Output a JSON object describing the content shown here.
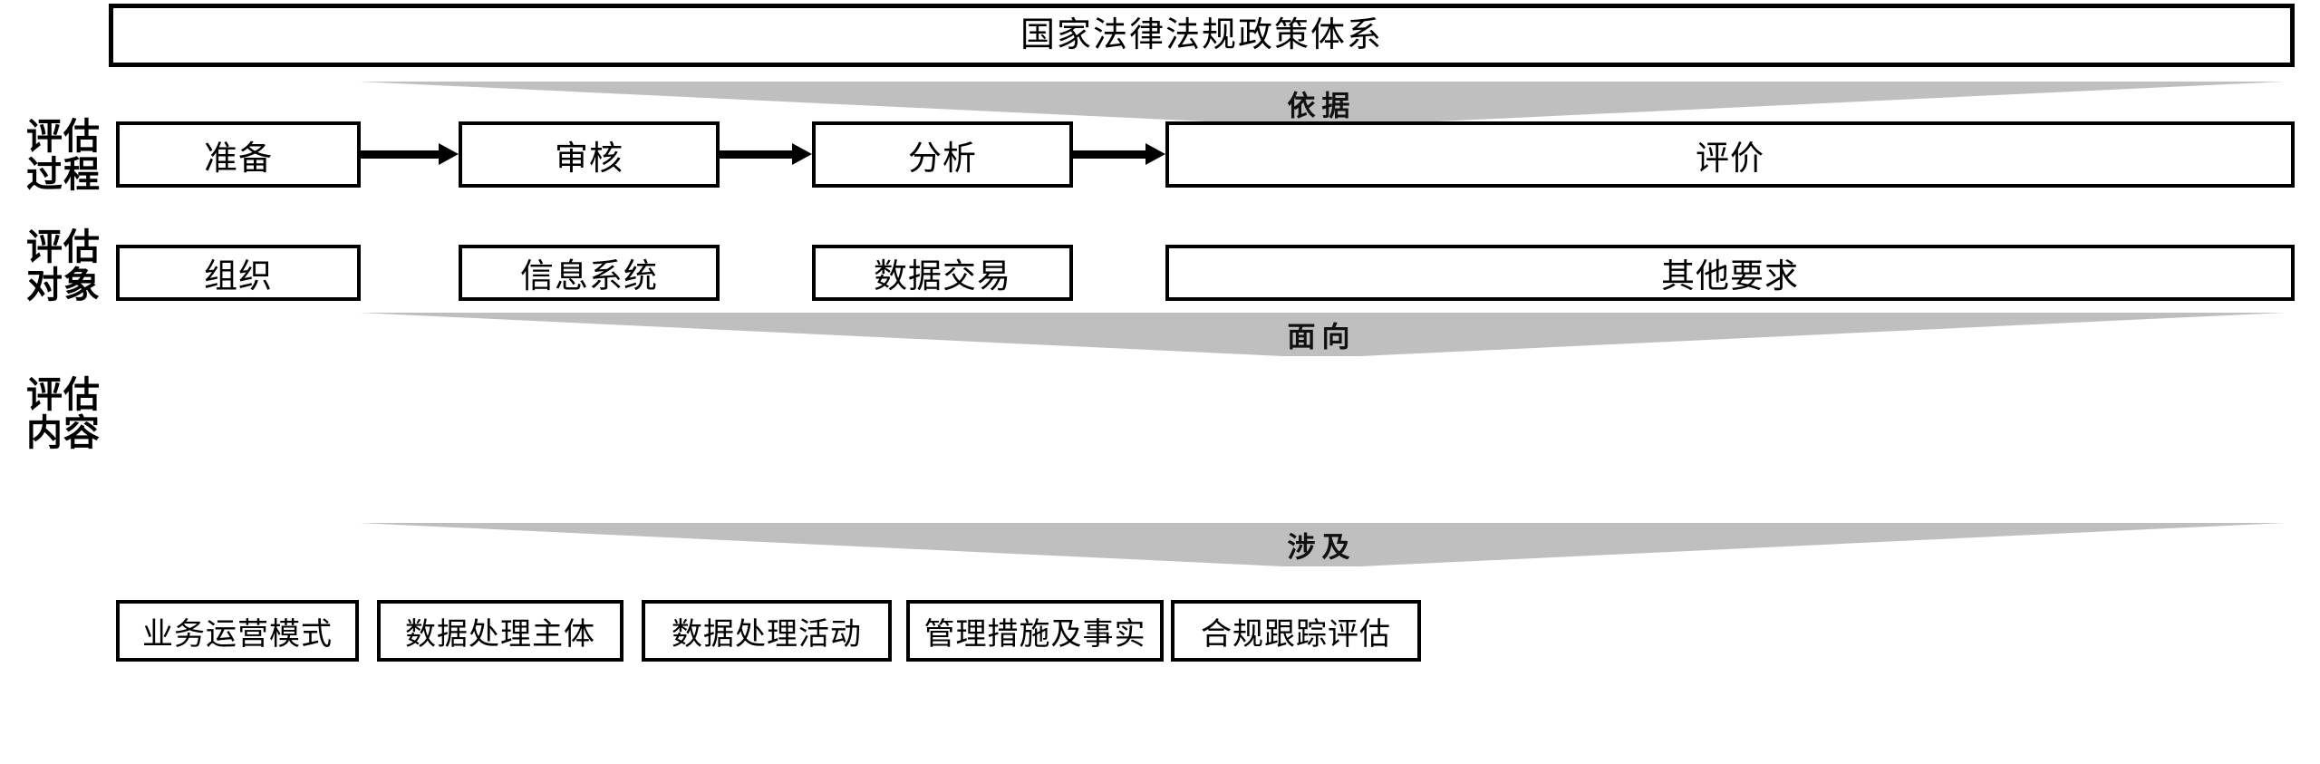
{
  "diagram": {
    "title": "国家法律法规政策体系",
    "top_banner": {
      "label": "国家法律法规政策体系"
    },
    "row_labels": {
      "process": {
        "line1": "评估",
        "line2": "过程"
      },
      "object": {
        "line1": "评估",
        "line2": "对象"
      },
      "content": {
        "line1": "评估",
        "line2": "内容"
      }
    },
    "bands": [
      {
        "key": "basis",
        "caption": "依据"
      },
      {
        "key": "facing",
        "caption": "面向"
      },
      {
        "key": "involve",
        "caption": "涉及"
      }
    ],
    "process_row": {
      "nodes": [
        {
          "label": "准备"
        },
        {
          "label": "审核"
        },
        {
          "label": "分析"
        },
        {
          "label": "评价"
        }
      ],
      "connector": "arrow-right"
    },
    "object_row": {
      "nodes": [
        {
          "label": "组织"
        },
        {
          "label": "信息系统"
        },
        {
          "label": "数据交易"
        },
        {
          "label": "其他要求"
        }
      ]
    },
    "content_row": {
      "nodes": [
        {
          "label": "业务运营模式"
        },
        {
          "label": "数据处理主体"
        },
        {
          "label": "数据处理活动"
        },
        {
          "label": "管理措施及事实"
        },
        {
          "label": "合规跟踪评估"
        }
      ]
    },
    "colors": {
      "stroke": "#000000",
      "band_fill": "#bfbfbf",
      "background": "#ffffff"
    }
  }
}
